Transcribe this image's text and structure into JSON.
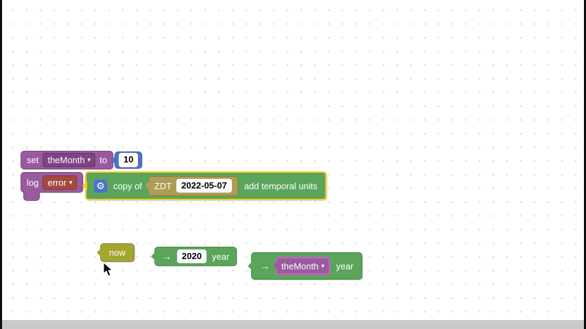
{
  "icons": {
    "gear": "⚙",
    "dropdown_caret": "▾",
    "convert_arrow": "→"
  },
  "blocks": {
    "set_var": {
      "keyword": "set",
      "variable": "theMonth",
      "to": "to",
      "value": "10"
    },
    "log": {
      "keyword": "log",
      "level": "error"
    },
    "copy_of": {
      "label": "copy of",
      "zdt_label": "ZDT",
      "date_value": "2022-05-07",
      "suffix": "add temporal units"
    },
    "now": {
      "label": "now"
    },
    "year_of_literal": {
      "value": "2020",
      "unit": "year"
    },
    "year_of_variable": {
      "variable": "theMonth",
      "unit": "year"
    }
  },
  "colors": {
    "variable_block": "#9a5b9e",
    "variable_dropdown": "#7d4383",
    "error_dropdown": "#a34a3f",
    "number_block": "#4a74c9",
    "datetime_green": "#5ba55b",
    "selection_highlight": "#fcca1f",
    "zdt_block": "#ae9d54",
    "now_block": "#a5a532",
    "replace_highlight": "#d957c8",
    "scrollbar_gray": "#c9c9c9"
  }
}
